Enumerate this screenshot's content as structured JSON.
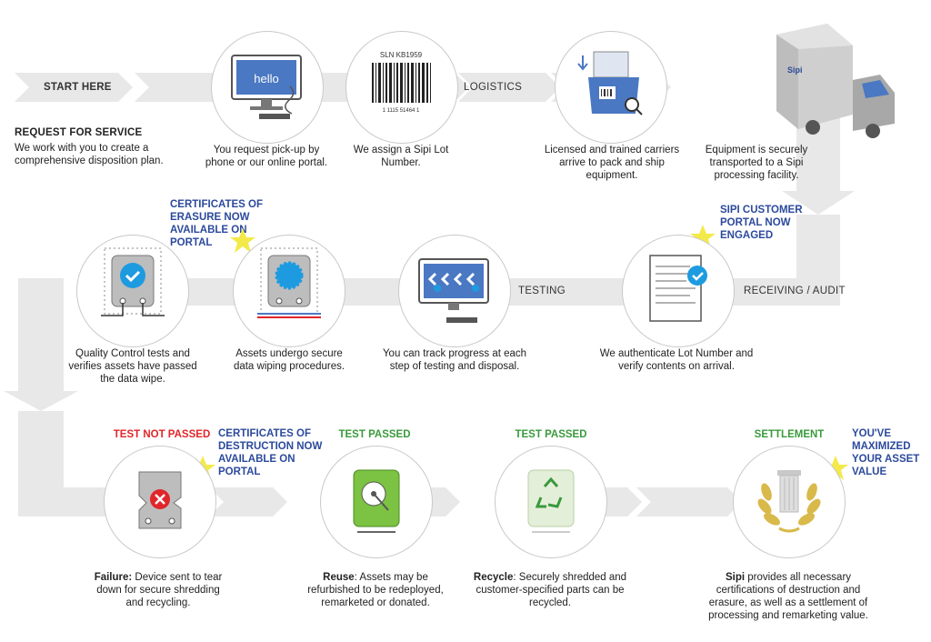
{
  "labels": {
    "start": "START HERE",
    "logistics": "LOGISTICS",
    "receiving": "RECEIVING / AUDIT",
    "testing": "TESTING"
  },
  "request": {
    "title": "REQUEST FOR SERVICE",
    "body": "We work with you to create a comprehensive disposition plan."
  },
  "captions": {
    "pickup": "You request pick-up by phone or our online portal.",
    "lot": "We assign a Sipi Lot Number.",
    "carriers": "Licensed and trained carriers arrive to pack and ship equipment.",
    "transport": "Equipment is securely transported to a Sipi processing facility.",
    "authenticate": "We authenticate Lot Number and verify contents on arrival.",
    "track": "You can track progress at each step of testing and disposal.",
    "wiping": "Assets undergo secure data wiping procedures.",
    "qc": "Quality Control tests and verifies assets have passed the data wipe."
  },
  "notes": {
    "erasure": "CERTIFICATES OF ERASURE NOW AVAILABLE ON PORTAL",
    "portal": "SIPI CUSTOMER PORTAL NOW ENGAGED",
    "destruction": "CERTIFICATES OF DESTRUCTION NOW AVAILABLE ON PORTAL",
    "maximized": "YOU'VE MAXIMIZED YOUR ASSET VALUE"
  },
  "status": {
    "failed": "TEST NOT PASSED",
    "passed1": "TEST PASSED",
    "passed2": "TEST PASSED",
    "settlement": "SETTLEMENT"
  },
  "outcomes": {
    "failure_lead": "Failure:",
    "failure_body": " Device sent to tear down for secure shredding and recycling.",
    "reuse_lead": "Reuse",
    "reuse_body": ": Assets may be refurbished to be redeployed, remarketed or donated.",
    "recycle_lead": "Recycle",
    "recycle_body": ": Securely shredded and customer-specified parts can be recycled.",
    "sipi_lead": "Sipi",
    "sipi_body": " provides all necessary certifications of destruction and erasure, as well as a settlement of processing and remarketing value."
  },
  "icon_text": {
    "monitor": "hello",
    "barcode_top": "SLN KB1959",
    "barcode_bottom": "1 1115 51464 1",
    "truck_brand": "Sipi"
  },
  "colors": {
    "flow": "#e8e8e8",
    "accent_blue": "#2c4a9c",
    "icon_blue": "#4a78c2",
    "star": "#f3ea4a",
    "red": "#e0262a",
    "green": "#3a9a3c"
  }
}
